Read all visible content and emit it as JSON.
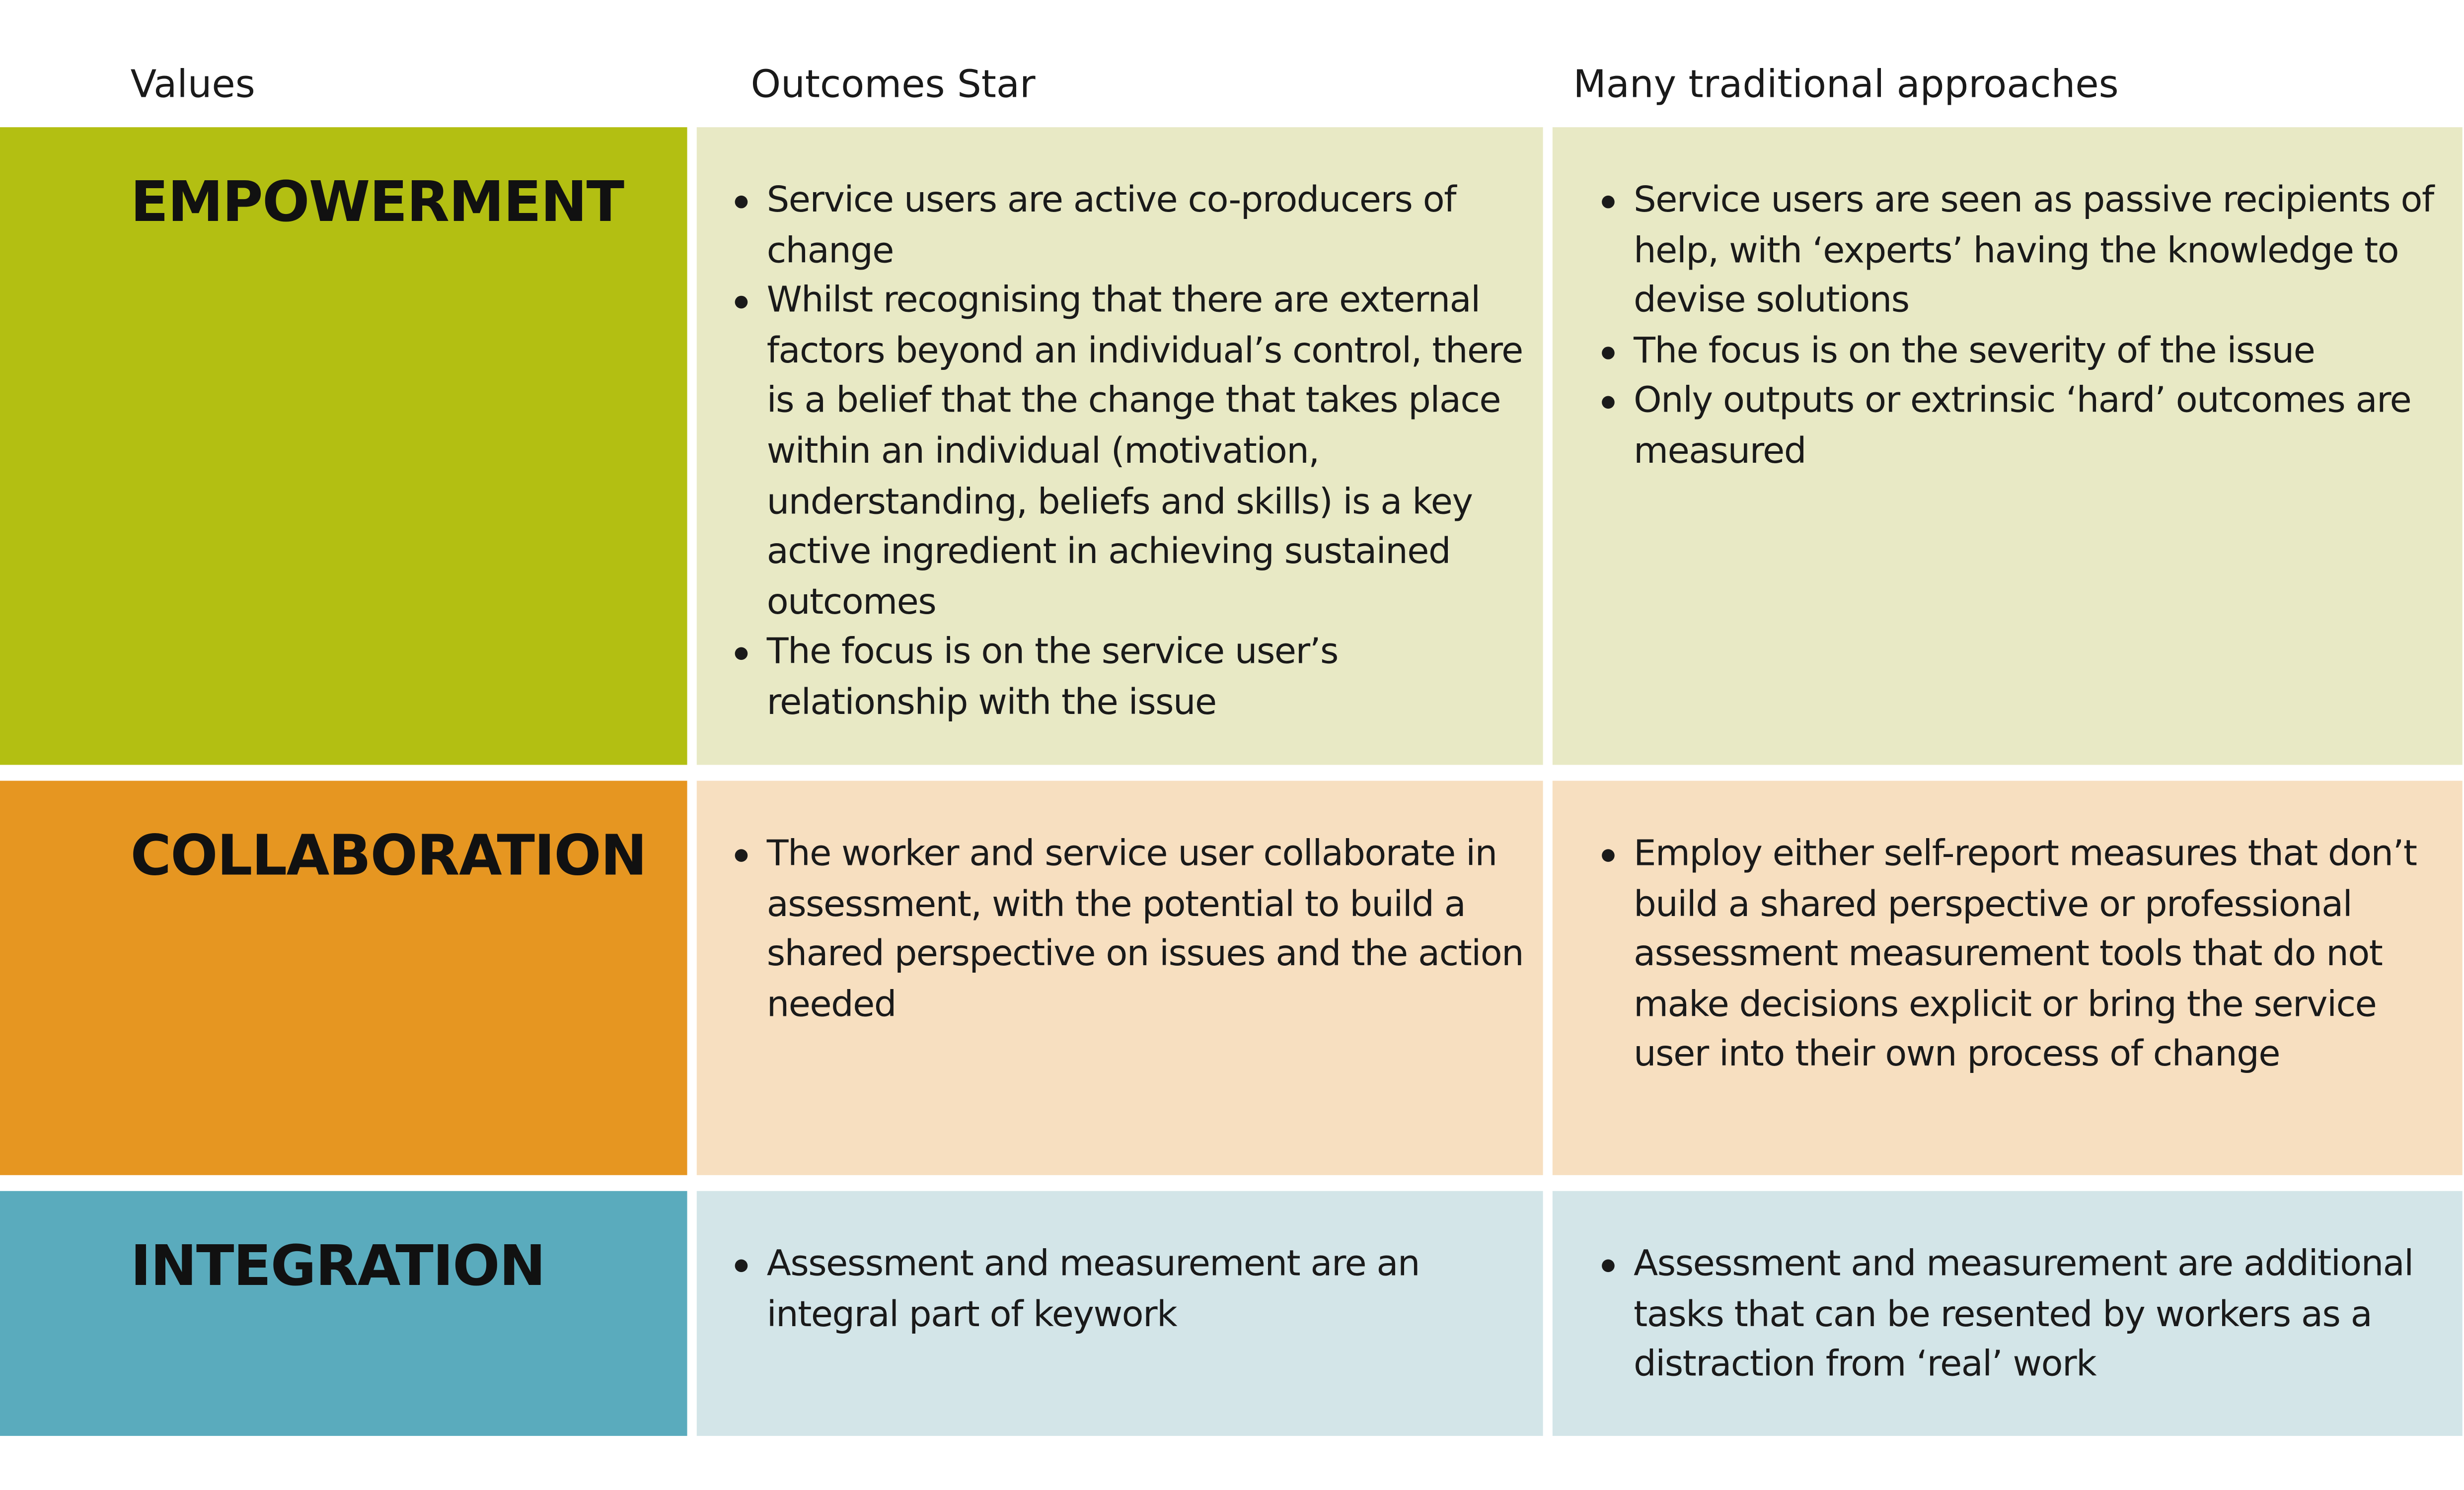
{
  "headers": {
    "values": "Values",
    "outcomes_star": "Outcomes Star",
    "traditional": "Many traditional approaches"
  },
  "colors": {
    "empowerment_dark": "#b3bf12",
    "empowerment_light": "#e8e9c5",
    "collaboration_dark": "#e69621",
    "collaboration_light": "#f7dfc0",
    "integration_dark": "#5aabbd",
    "integration_light": "#d3e5e8"
  },
  "rows": [
    {
      "value": "EMPOWERMENT",
      "outcomes_star": [
        "Service users are active co-producers of change",
        "Whilst recognising that there are external factors beyond an individual’s control, there is a belief that the change that takes place within an individual (motivation, understanding, beliefs and skills) is a key active ingredient in achieving sustained outcomes",
        "The focus is on the service user’s relationship with the issue"
      ],
      "traditional": [
        "Service users are seen as passive recipients of help, with ‘experts’ having the knowledge to devise solutions",
        "The focus is on the severity of the issue",
        "Only outputs or extrinsic ‘hard’ outcomes are measured"
      ]
    },
    {
      "value": "COLLABORATION",
      "outcomes_star": [
        "The worker and service user collaborate in assessment, with the potential to build a shared perspective on issues and the action needed"
      ],
      "traditional": [
        "Employ either self-report measures that don’t build a shared perspective or professional assessment measurement tools that do not make decisions explicit or bring the service user into their own process of change"
      ]
    },
    {
      "value": "INTEGRATION",
      "outcomes_star": [
        "Assessment and measurement are an integral part of keywork"
      ],
      "traditional": [
        "Assessment and measurement are additional tasks that can be resented by workers as a distraction from ‘real’ work"
      ]
    }
  ]
}
